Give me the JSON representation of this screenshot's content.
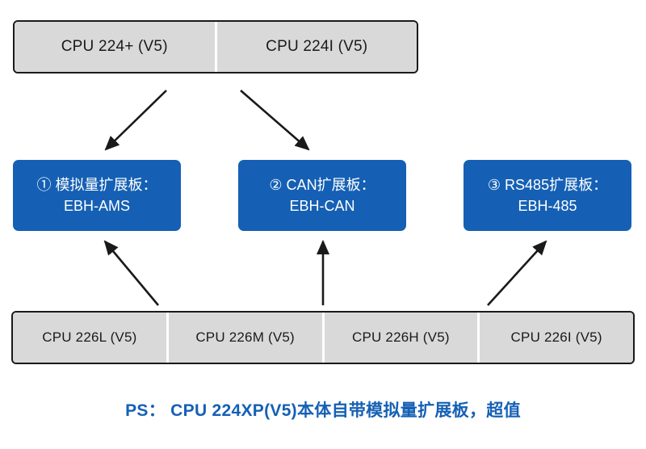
{
  "diagram": {
    "top_group": {
      "name": "top-cpu-group",
      "cells": [
        {
          "label": "CPU 224+ (V5)"
        },
        {
          "label": "CPU 224I (V5)"
        }
      ]
    },
    "boards": [
      {
        "id": "board-1",
        "line1": "① 模拟量扩展板：",
        "line2": "EBH-AMS"
      },
      {
        "id": "board-2",
        "line1": "② CAN扩展板：",
        "line2": "EBH-CAN"
      },
      {
        "id": "board-3",
        "line1": "③ RS485扩展板：",
        "line2": "EBH-485"
      }
    ],
    "bottom_group": {
      "name": "bottom-cpu-group",
      "cells": [
        {
          "label": "CPU 226L (V5)"
        },
        {
          "label": "CPU 226M (V5)"
        },
        {
          "label": "CPU 226H (V5)"
        },
        {
          "label": "CPU 226I (V5)"
        }
      ]
    },
    "footer_note": "PS： CPU 224XP(V5)本体自带模拟量扩展板，超值",
    "colors": {
      "board_blue": "#1560b4",
      "cpu_gray": "#d9d9d9",
      "outline": "#1a1a1a",
      "note_blue": "#1560b4"
    },
    "connectors": [
      {
        "name": "arrow-top-left-to-board-1",
        "from": "CPU 224+ (V5)",
        "to": "① 模拟量扩展板：EBH-AMS"
      },
      {
        "name": "arrow-top-right-to-board-2",
        "from": "CPU 224I (V5)",
        "to": "② CAN扩展板：EBH-CAN"
      },
      {
        "name": "arrow-bottom-226L-to-board-1",
        "from": "CPU 226L (V5)",
        "to": "① 模拟量扩展板：EBH-AMS"
      },
      {
        "name": "arrow-bottom-226M-to-board-2",
        "from": "CPU 226M (V5)",
        "to": "② CAN扩展板：EBH-CAN"
      },
      {
        "name": "arrow-bottom-226H-to-board-3",
        "from": "CPU 226H (V5)",
        "to": "③ RS485扩展板：EBH-485"
      }
    ]
  }
}
